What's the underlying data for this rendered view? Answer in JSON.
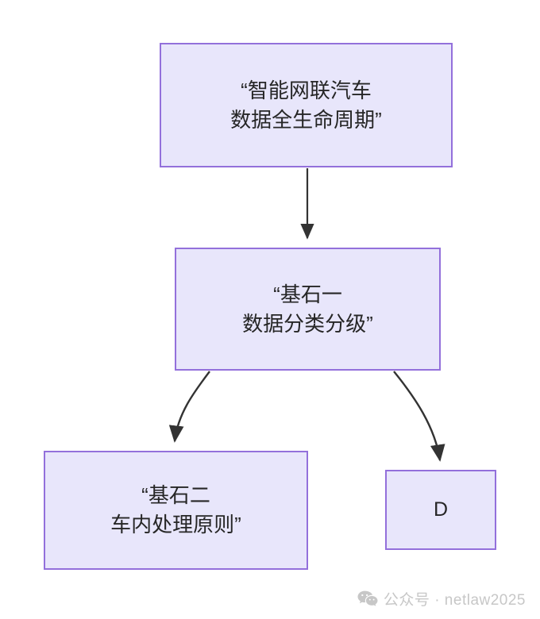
{
  "diagram": {
    "type": "flowchart",
    "direction": "top-down",
    "background_color": "#ffffff",
    "node_fill_color": "#e8e6fb",
    "node_border_color": "#9370db",
    "node_text_color": "#262626",
    "edge_color": "#333333",
    "nodes": [
      {
        "id": "root",
        "label_lines": [
          "“智能网联汽车",
          "数据全生命周期”"
        ],
        "shape": "rectangle"
      },
      {
        "id": "pillar-one",
        "label_lines": [
          "“基石一",
          "数据分类分级”"
        ],
        "shape": "rectangle"
      },
      {
        "id": "pillar-two",
        "label_lines": [
          "“基石二",
          "车内处理原则”"
        ],
        "shape": "rectangle"
      },
      {
        "id": "d",
        "label_lines": [
          "D"
        ],
        "shape": "rectangle"
      }
    ],
    "edges": [
      {
        "id": "root-to-pillar-one",
        "from": "root",
        "to": "pillar-one",
        "style": "straight",
        "arrowhead": "solid-triangle",
        "label": ""
      },
      {
        "id": "pillar-one-to-pillar-two",
        "from": "pillar-one",
        "to": "pillar-two",
        "style": "curved",
        "arrowhead": "solid-triangle",
        "label": ""
      },
      {
        "id": "pillar-one-to-d",
        "from": "pillar-one",
        "to": "d",
        "style": "curved",
        "arrowhead": "solid-triangle",
        "label": ""
      }
    ]
  },
  "watermark": {
    "icon": "wechat-icon",
    "text": "公众号 · netlaw2025",
    "color": "#c7c7c7"
  }
}
